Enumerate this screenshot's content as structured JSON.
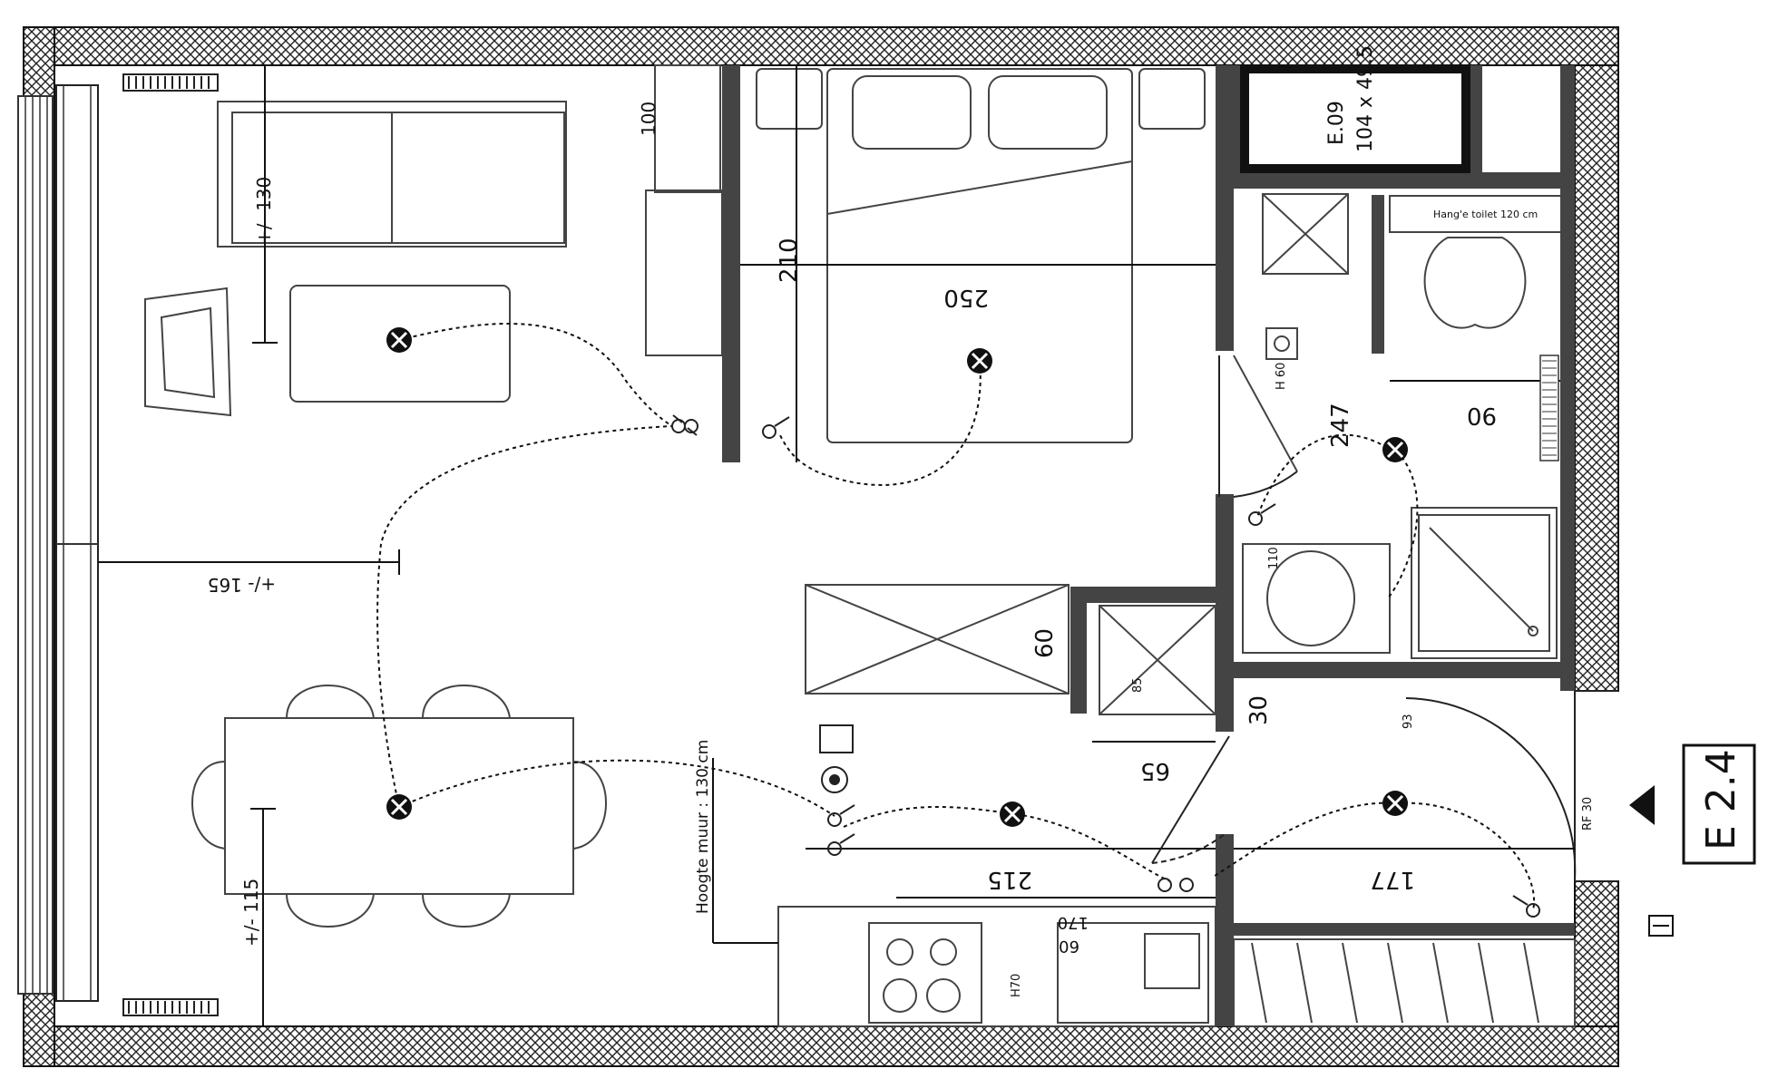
{
  "unit_label": "E 2.4",
  "fire_rating": "RF 30",
  "door_width": "93",
  "wall_height_note": "Hoogte muur : 130 cm",
  "storage_label": "E.09",
  "storage_size": "104 x 49.5",
  "hanging_toilet_note": "Hang'e toilet 120 cm",
  "dimensions": {
    "bed_width": "250",
    "bed_length": "210",
    "sofa_span": "+/- 130",
    "shelf_depth": "100",
    "window_to_light": "+/- 165",
    "dining_offset": "+/- 115",
    "bath_width": "247",
    "bath_wc": "90",
    "cupboard_depth": "60",
    "fridge_height": "85",
    "tall_unit": "65",
    "kitchen_side": "30",
    "hall_width": "215",
    "entry_width": "177",
    "counter_depth": "60",
    "counter_len": "170",
    "hob_size": "H70",
    "sink_depth": "60",
    "washbasin": "110",
    "wall_outlet": "H 60"
  },
  "symbols": {
    "ceiling_light": "ceiling-light-icon",
    "switch": "switch-icon",
    "socket": "socket-icon",
    "fan": "fan-icon",
    "north_arrow": "direction-arrow-icon"
  }
}
